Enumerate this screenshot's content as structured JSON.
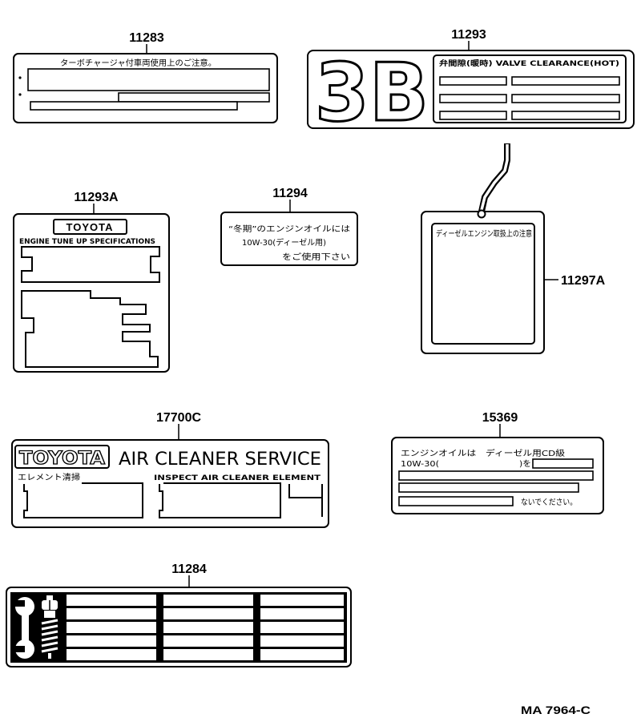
{
  "diagram": {
    "figure_code": "MA 7964-C",
    "parts": {
      "p11283": {
        "number": "11283",
        "caption": "ターボチャージャ付車両使用上のご注意。"
      },
      "p11293": {
        "number": "11293",
        "engine": "3B",
        "header": "弁間隙(暖時)  VALVE CLEARANCE(HOT)"
      },
      "p11293a": {
        "number": "11293A",
        "brand": "TOYOTA",
        "heading": "ENGINE TUNE UP SPECIFICATIONS"
      },
      "p11294": {
        "number": "11294",
        "lines": [
          "“冬期”のエンジンオイルには",
          "10W-30(ディーゼル用)",
          "をご使用下さい"
        ]
      },
      "p11297a": {
        "number": "11297A",
        "heading": "ディーゼルエンジン取扱上の注意"
      },
      "p17700c": {
        "number": "17700C",
        "brand": "TOYOTA",
        "title": "AIR CLEANER SERVICE",
        "label_jp": "エレメント清掃",
        "label_en": "INSPECT AIR CLEANER ELEMENT"
      },
      "p15369": {
        "number": "15369",
        "line1": "エンジンオイルは　ディーゼル用CD級",
        "oil_grade": "10W-30(",
        "suffix": ")を",
        "closing": "ないでください。"
      },
      "p11284": {
        "number": "11284",
        "icons": [
          "wrench-icon",
          "spark-plug-icon"
        ]
      }
    }
  }
}
